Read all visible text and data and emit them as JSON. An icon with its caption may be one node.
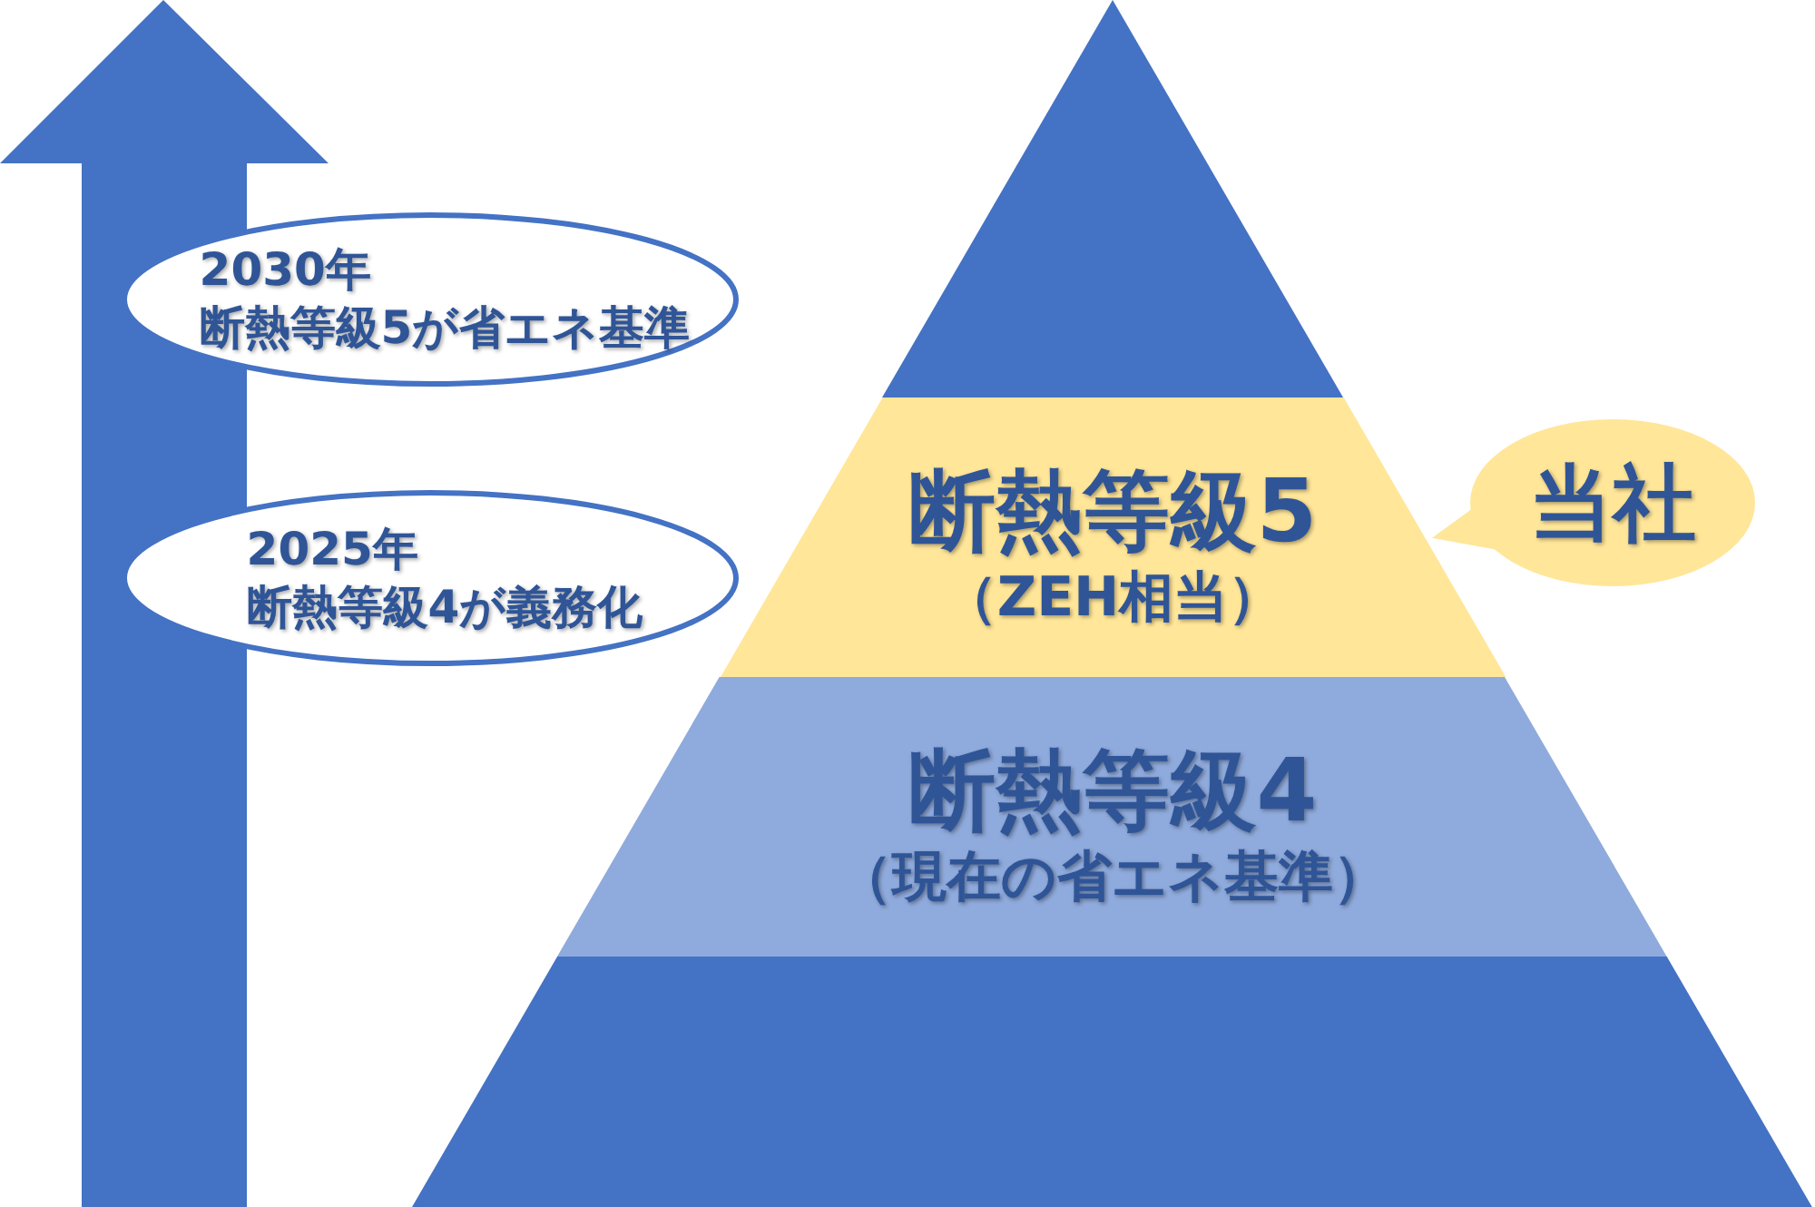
{
  "diagram": {
    "nodes": [
      {
        "text": [
          "2030年",
          "断熱等級5が省エネ基準"
        ]
      },
      {
        "text": [
          "2025年",
          "断熱等級4が義務化"
        ]
      },
      {
        "text": [],
        "shape": "triangle"
      },
      {
        "text": [
          "断熱等級5",
          "（ZEH相当）"
        ]
      },
      {
        "text": [
          "断熱等級4",
          "（現在の省エネ基準）"
        ]
      },
      {
        "text": [],
        "shape": "trapezoid"
      },
      {
        "text": [
          "当社"
        ]
      }
    ]
  }
}
